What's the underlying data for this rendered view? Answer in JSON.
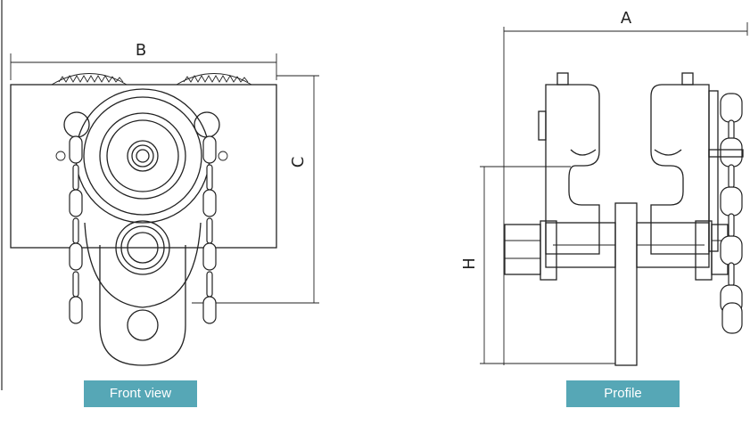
{
  "colors": {
    "caption_bg": "#56a7b6",
    "line": "#222222"
  },
  "dimensions": {
    "a": "A",
    "b": "B",
    "c": "C",
    "h": "H"
  },
  "captions": {
    "front": "Front view",
    "profile": "Profile"
  }
}
